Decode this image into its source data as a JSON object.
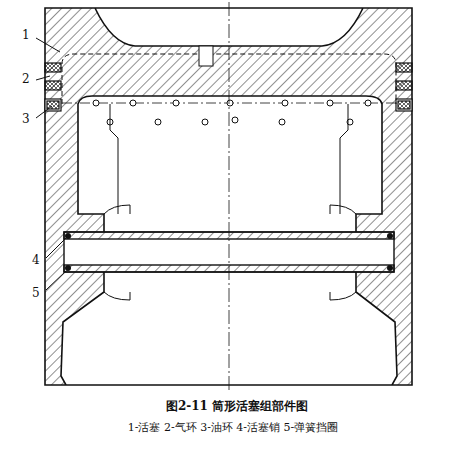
{
  "diagram": {
    "caption": "图2-11 筒形活塞组部件图",
    "labels": [
      "1",
      "2",
      "3",
      "4",
      "5",
      "1-活塞 2-气环 3-油环 4-活塞销 5-弹簧挡圈"
    ]
  }
}
